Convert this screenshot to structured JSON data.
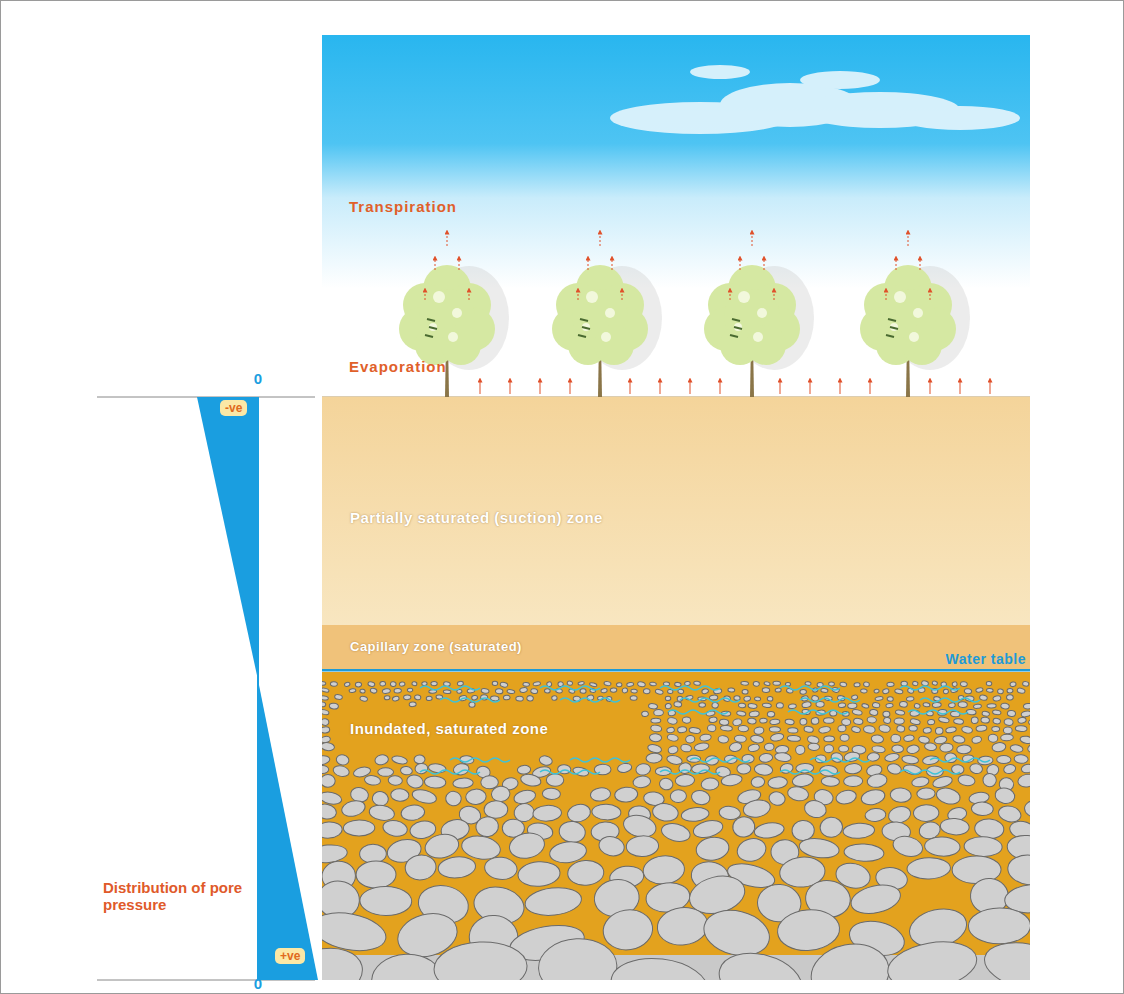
{
  "diagram": {
    "nodes": [
      {
        "text": [
          "Partially saturated (suction) zone"
        ]
      },
      {
        "text": [
          "Capillary zone (saturated)"
        ]
      },
      {
        "text": [
          "Inundated, saturated zone"
        ]
      },
      {
        "text": [
          "-ve"
        ]
      },
      {
        "text": [
          "+ve"
        ]
      }
    ],
    "labels": [
      "Transpiration",
      "Evaporation",
      "Water table",
      "0",
      "0",
      "Distribution of pore pressure"
    ]
  }
}
